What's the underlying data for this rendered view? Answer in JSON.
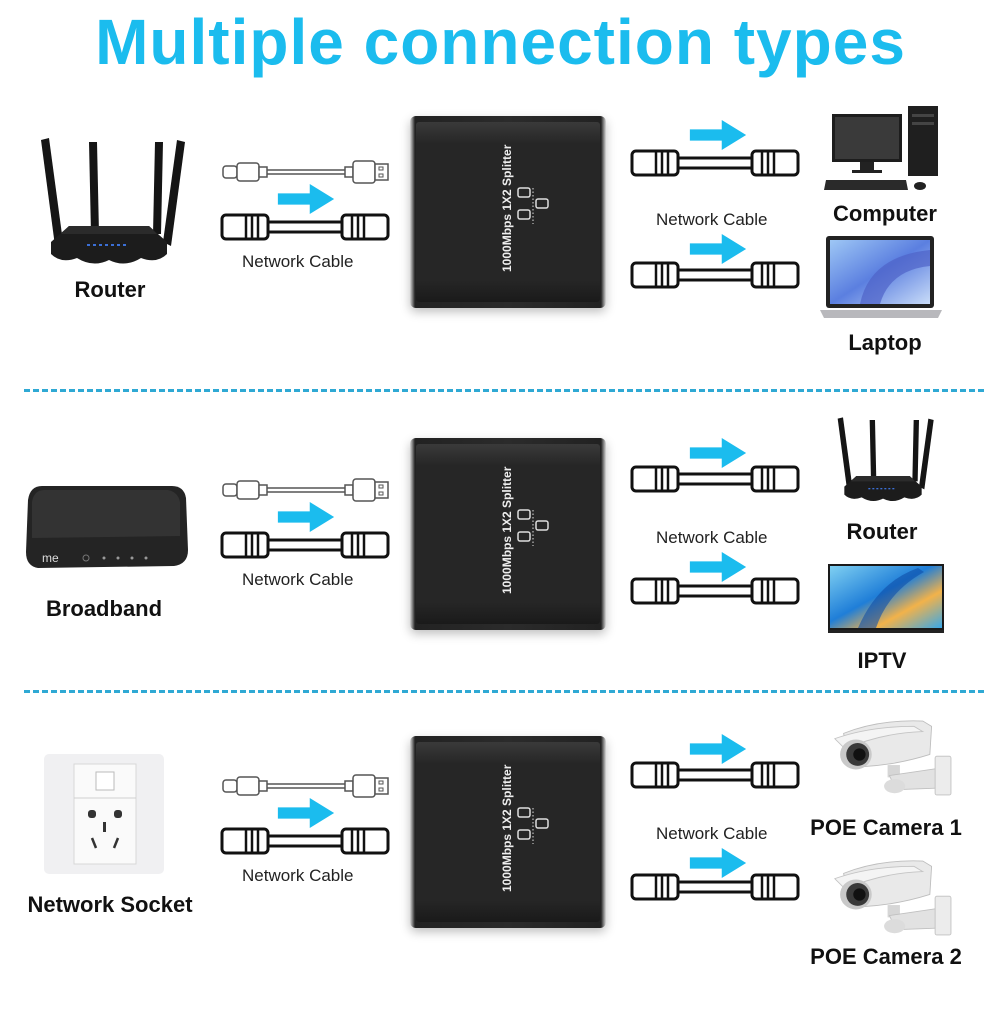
{
  "title": "Multiple connection types",
  "colors": {
    "accent": "#1bbcee",
    "divider": "#2fa9d4",
    "text": "#111111"
  },
  "splitter": {
    "label": "1000Mbps 1X2 Splitter"
  },
  "sections": [
    {
      "source": {
        "label": "Router",
        "icon": "router-icon"
      },
      "input_cable_label": "Network Cable",
      "output_cable_label": "Network Cable",
      "outputs": [
        {
          "label": "Computer",
          "icon": "desktop-computer-icon"
        },
        {
          "label": "Laptop",
          "icon": "laptop-icon"
        }
      ]
    },
    {
      "source": {
        "label": "Broadband",
        "icon": "broadband-modem-icon"
      },
      "input_cable_label": "Network Cable",
      "output_cable_label": "Network Cable",
      "outputs": [
        {
          "label": "Router",
          "icon": "router-icon"
        },
        {
          "label": "IPTV",
          "icon": "tv-icon"
        }
      ]
    },
    {
      "source": {
        "label": "Network Socket",
        "icon": "wall-socket-icon"
      },
      "input_cable_label": "Network Cable",
      "output_cable_label": "Network Cable",
      "outputs": [
        {
          "label": "POE Camera 1",
          "icon": "security-camera-icon"
        },
        {
          "label": "POE Camera 2",
          "icon": "security-camera-icon"
        }
      ]
    }
  ]
}
